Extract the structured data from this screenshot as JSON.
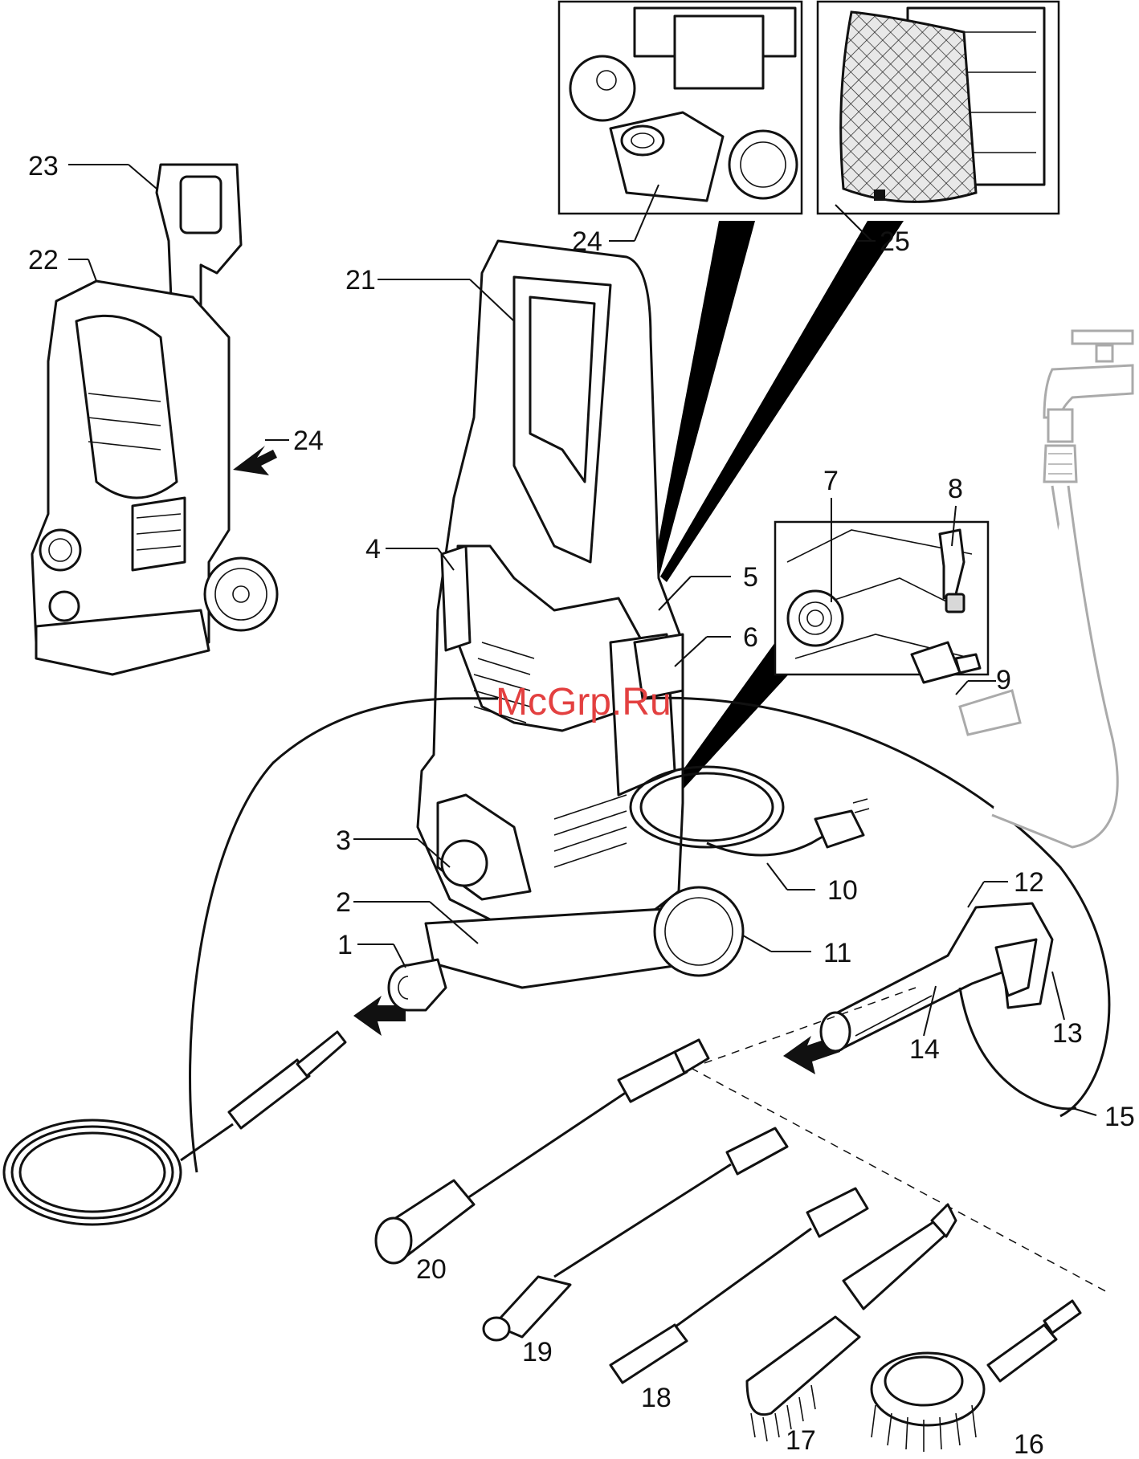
{
  "watermark": "McGrp.Ru",
  "callouts": [
    {
      "id": "c1",
      "text": "1"
    },
    {
      "id": "c2",
      "text": "2"
    },
    {
      "id": "c3",
      "text": "3"
    },
    {
      "id": "c4",
      "text": "4"
    },
    {
      "id": "c5",
      "text": "5"
    },
    {
      "id": "c6",
      "text": "6"
    },
    {
      "id": "c7",
      "text": "7"
    },
    {
      "id": "c8",
      "text": "8"
    },
    {
      "id": "c9",
      "text": "9"
    },
    {
      "id": "c10",
      "text": "10"
    },
    {
      "id": "c11",
      "text": "11"
    },
    {
      "id": "c12",
      "text": "12"
    },
    {
      "id": "c13",
      "text": "13"
    },
    {
      "id": "c14",
      "text": "14"
    },
    {
      "id": "c15",
      "text": "15"
    },
    {
      "id": "c16",
      "text": "16"
    },
    {
      "id": "c17",
      "text": "17"
    },
    {
      "id": "c18",
      "text": "18"
    },
    {
      "id": "c19",
      "text": "19"
    },
    {
      "id": "c20",
      "text": "20"
    },
    {
      "id": "c21",
      "text": "21"
    },
    {
      "id": "c22",
      "text": "22"
    },
    {
      "id": "c23",
      "text": "23"
    },
    {
      "id": "c24a",
      "text": "24"
    },
    {
      "id": "c24b",
      "text": "24"
    },
    {
      "id": "c25",
      "text": "25"
    }
  ]
}
